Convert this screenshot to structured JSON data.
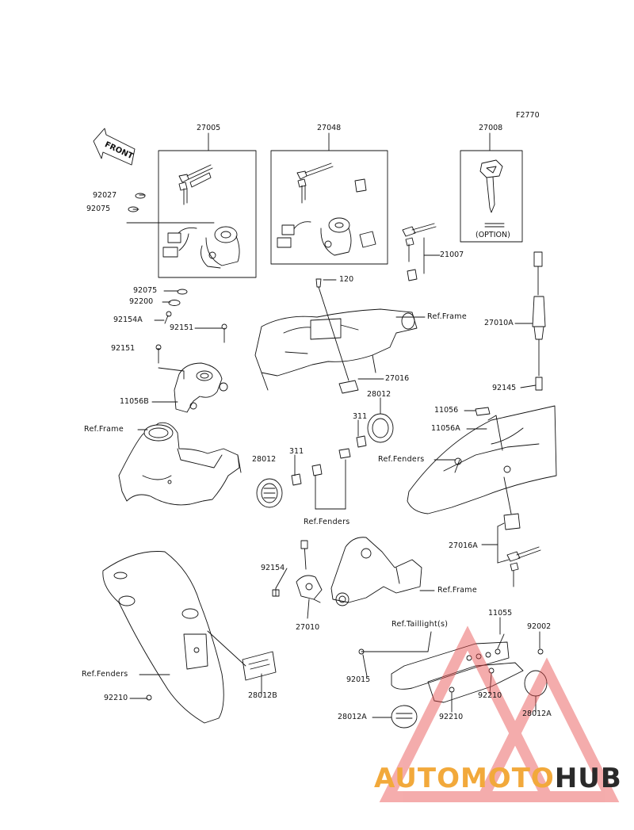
{
  "figure_code": "F2770",
  "front_label": "FRONT",
  "option_label": "(OPTION)",
  "parts": {
    "p27005": "27005",
    "p27048": "27048",
    "p27008": "27008",
    "p92027": "92027",
    "p92075a": "92075",
    "p92075b": "92075",
    "p92200": "92200",
    "p92154A": "92154A",
    "p92151a": "92151",
    "p92151b": "92151",
    "p11056B": "11056B",
    "p120": "120",
    "p21007": "21007",
    "p27010A": "27010A",
    "p27016": "27016",
    "p28012a": "28012",
    "p311a": "311",
    "p311b": "311",
    "p28012b": "28012",
    "p92145": "92145",
    "p11056": "11056",
    "p11056A": "11056A",
    "p27016A": "27016A",
    "p92154": "92154",
    "p27010": "27010",
    "p11055": "11055",
    "p92002": "92002",
    "p92015": "92015",
    "p92210a": "92210",
    "p92210b": "92210",
    "p92210c": "92210",
    "p28012A_a": "28012A",
    "p28012A_b": "28012A",
    "p28012B": "28012B"
  },
  "refs": {
    "frame1": "Ref.Frame",
    "frame2": "Ref.Frame",
    "frame3": "Ref.Frame",
    "fenders1": "Ref.Fenders",
    "fenders2": "Ref.Fenders",
    "fenders3": "Ref.Fenders",
    "taillight": "Ref.Taillight(s)"
  },
  "watermark": {
    "text_a": "AUTOMOTO",
    "text_b": "HUB",
    "color_a": "#f2a93b",
    "color_b": "#2a2a2a",
    "triangle_color": "#e84a4a"
  }
}
